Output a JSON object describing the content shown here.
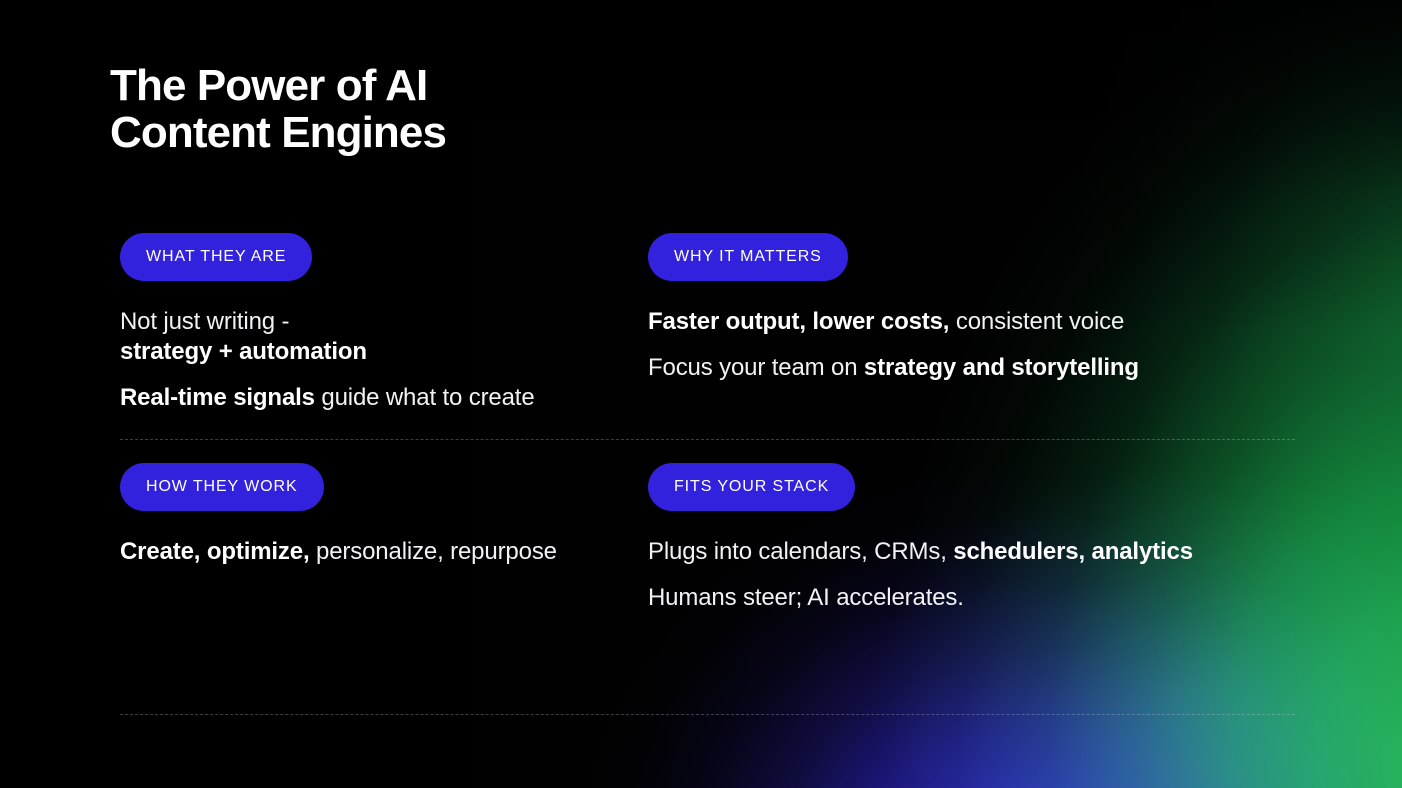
{
  "slide": {
    "title": "The Power of AI\nContent Engines",
    "accent_color": "#3322DD",
    "background_colors": {
      "base": "#010101",
      "green_glow": "#22B34E",
      "blue_glow": "#2A23B8"
    }
  },
  "cards": [
    {
      "id": "what-they-are",
      "badge": "WHAT THEY ARE",
      "lines": [
        {
          "segments": [
            {
              "text": "Not just writing -",
              "bold": false
            },
            {
              "text": "\n",
              "bold": false
            },
            {
              "text": "strategy + automation",
              "bold": true
            }
          ]
        },
        {
          "segments": [
            {
              "text": "Real-time signals",
              "bold": true
            },
            {
              "text": " guide what to create",
              "bold": false
            }
          ]
        }
      ]
    },
    {
      "id": "why-it-matters",
      "badge": "WHY IT MATTERS",
      "lines": [
        {
          "segments": [
            {
              "text": "Faster output, lower costs,",
              "bold": true
            },
            {
              "text": " consistent voice",
              "bold": false
            }
          ]
        },
        {
          "segments": [
            {
              "text": "Focus your team on ",
              "bold": false
            },
            {
              "text": "strategy and storytelling",
              "bold": true
            }
          ]
        }
      ]
    },
    {
      "id": "how-they-work",
      "badge": "HOW THEY WORK",
      "lines": [
        {
          "segments": [
            {
              "text": "Create, optimize,",
              "bold": true
            },
            {
              "text": " personalize, repurpose",
              "bold": false
            }
          ]
        }
      ]
    },
    {
      "id": "fits-your-stack",
      "badge": "FITS YOUR STACK",
      "lines": [
        {
          "segments": [
            {
              "text": "Plugs into calendars, CRMs, ",
              "bold": false
            },
            {
              "text": "schedulers, analytics",
              "bold": true
            }
          ]
        },
        {
          "segments": [
            {
              "text": "Humans steer; AI accelerates.",
              "bold": false
            }
          ]
        }
      ]
    }
  ]
}
